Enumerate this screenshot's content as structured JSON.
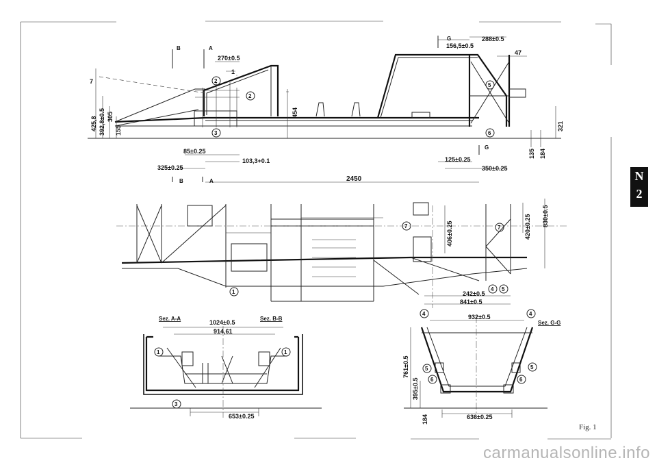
{
  "side_tab": {
    "letter": "N",
    "number": "2"
  },
  "figure_caption": "Fig. 1",
  "watermark": "carmanualsonline.info",
  "side_view": {
    "section_marks": {
      "b_top": "B",
      "a_top": "A",
      "g_top": "G",
      "g_bottom": "G",
      "b_bottom": "B",
      "a_bottom": "A"
    },
    "dims": {
      "d270": "270±0.5",
      "d1": "1",
      "d7": "7",
      "d425": "425,8",
      "d392": "392,8±0.5",
      "d305": "305",
      "d155": "155",
      "d454": "454",
      "d85": "85±0.25",
      "d103": "103,3+0.1",
      "d325": "325±0.25",
      "d2450": "2450",
      "d156": "156,5±0.5",
      "d288": "288±0.5",
      "d47": "47",
      "d321": "321",
      "d125": "125±0.25",
      "d350": "350±0.25",
      "d135": "135",
      "d184": "184"
    },
    "callouts": {
      "c1": "1",
      "c2a": "2",
      "c2b": "2",
      "c3": "3",
      "c5": "5",
      "c6": "6"
    }
  },
  "plan_view": {
    "dims": {
      "d406": "406±0.25",
      "d420": "420±0.25",
      "d830": "830±0.5",
      "d242": "242±0.5",
      "d841": "841±0.5"
    },
    "callouts": {
      "c1": "1",
      "c7a": "7",
      "c7b": "7",
      "c4": "4",
      "c5": "5"
    }
  },
  "section_ab": {
    "title_a": "Sez. A-A",
    "title_b": "Sez. B-B",
    "dims": {
      "d1024": "1024±0.5",
      "d914": "914,61",
      "d653": "653±0.25"
    },
    "callouts": {
      "c1a": "1",
      "c1b": "1",
      "c3": "3"
    }
  },
  "section_g": {
    "title": "Sez. G-G",
    "dims": {
      "d932": "932±0.5",
      "d761": "761±0.5",
      "d395": "395±0.5",
      "d184": "184",
      "d636": "636±0.25"
    },
    "callouts": {
      "c4a": "4",
      "c4b": "4",
      "c5a": "5",
      "c5b": "5",
      "c6a": "6",
      "c6b": "6"
    }
  }
}
